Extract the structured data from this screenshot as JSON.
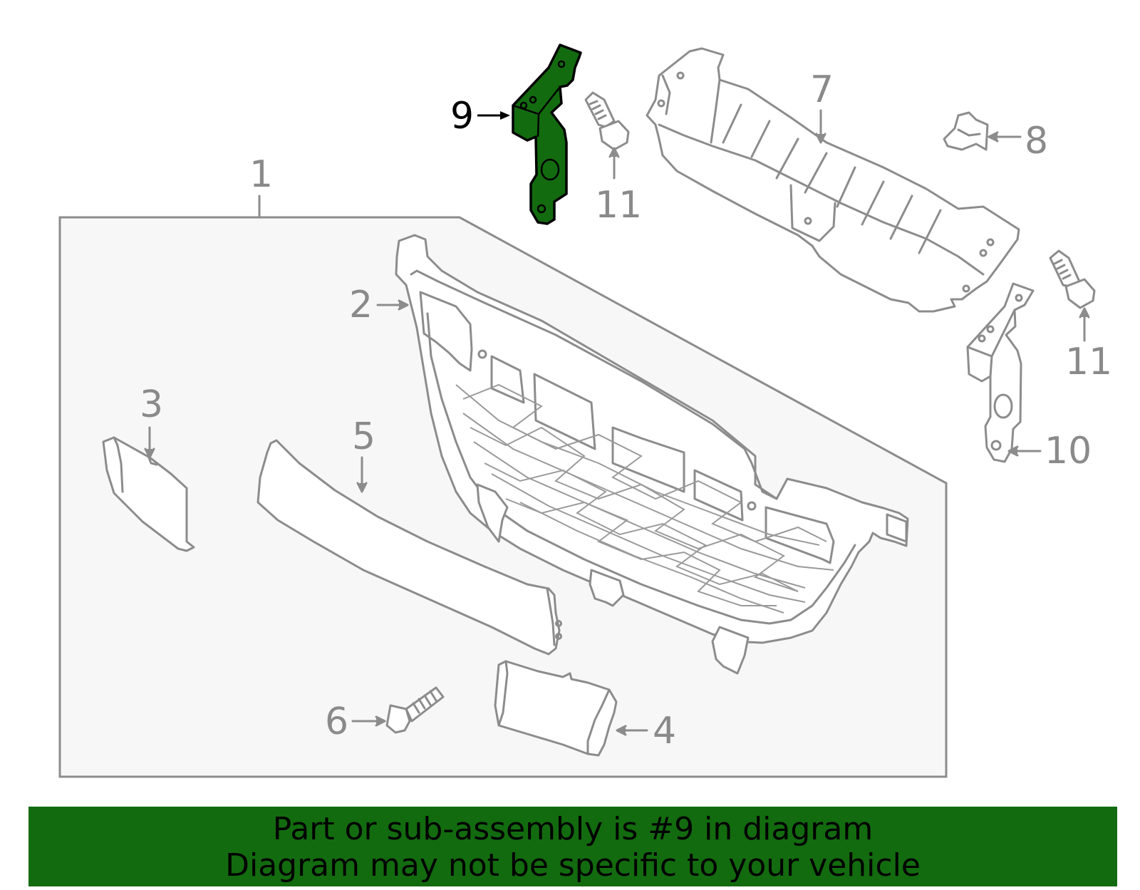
{
  "callouts": {
    "c1": "1",
    "c2": "2",
    "c3": "3",
    "c4": "4",
    "c5": "5",
    "c6": "6",
    "c7": "7",
    "c8": "8",
    "c9": "9",
    "c10": "10",
    "c11a": "11",
    "c11b": "11"
  },
  "highlighted_part": "9",
  "banner": {
    "line1": "Part or sub-assembly is #9 in diagram",
    "line2": "Diagram may not be specific to your vehicle"
  },
  "colors": {
    "highlight": "#136b0f",
    "line": "#8c8c8c",
    "callout": "#8a8a8a"
  }
}
